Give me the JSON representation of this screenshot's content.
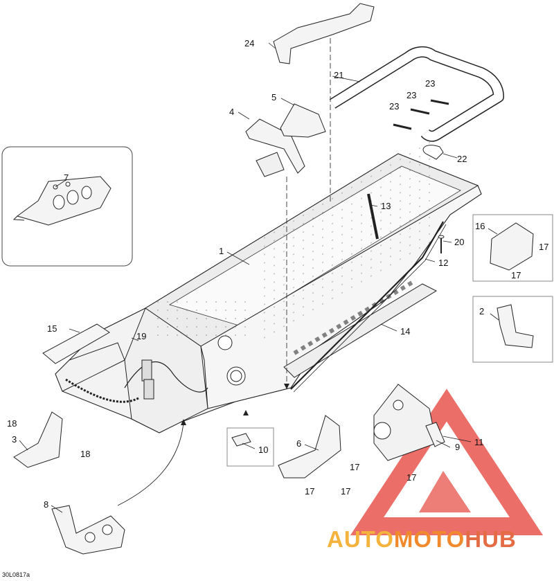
{
  "figure_code": "30L0817a",
  "callouts": [
    "1",
    "2",
    "3",
    "4",
    "5",
    "6",
    "7",
    "8",
    "9",
    "10",
    "11",
    "12",
    "13",
    "14",
    "15",
    "16",
    "17",
    "17",
    "17",
    "17",
    "17",
    "17",
    "17",
    "18",
    "18",
    "19",
    "20",
    "21",
    "22",
    "23",
    "23",
    "23",
    "24"
  ],
  "watermark": {
    "part1": "AUTO",
    "part2": "MOTO",
    "part3": "HUB",
    "colors": {
      "part1": "#f3b33d",
      "part2": "#f08a2c",
      "part3": "#e46c45",
      "logo": "#e8554e"
    }
  },
  "line_color": "#222222",
  "frame_fill": "#f3f3f3"
}
